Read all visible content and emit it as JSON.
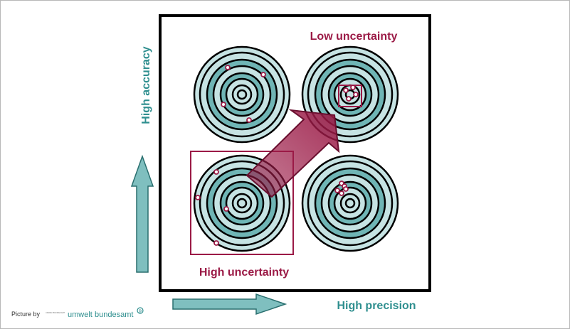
{
  "labels": {
    "low_uncertainty": "Low uncertainty",
    "high_uncertainty": "High uncertainty",
    "high_accuracy": "High accuracy",
    "high_precision": "High precision"
  },
  "credit": {
    "picture_by": "Picture by",
    "brand_part1": "umwelt",
    "brand_part2": "bundesamt",
    "brand_mark": "D",
    "small_text": "UMWELTBUNDESAMT"
  },
  "colors": {
    "teal": "#2f8f8f",
    "ring_dark": "#6fb5b5",
    "ring_light": "#c6e3e3",
    "accent": "#9b1a46",
    "arrow_fill": "#7fbfbf"
  },
  "targets": [
    {
      "id": "top-left",
      "accuracy": "high",
      "precision": "low",
      "hits": [
        [
          -20,
          -38
        ],
        [
          30,
          -28
        ],
        [
          -26,
          14
        ],
        [
          10,
          36
        ]
      ]
    },
    {
      "id": "top-right",
      "accuracy": "high",
      "precision": "high",
      "hits": [
        [
          -6,
          -6
        ],
        [
          4,
          -10
        ],
        [
          8,
          0
        ],
        [
          -2,
          6
        ]
      ]
    },
    {
      "id": "bottom-left",
      "accuracy": "low",
      "precision": "low",
      "hits": [
        [
          -36,
          -44
        ],
        [
          -62,
          -8
        ],
        [
          -22,
          8
        ],
        [
          -36,
          56
        ]
      ]
    },
    {
      "id": "bottom-right",
      "accuracy": "low",
      "precision": "high",
      "hits": [
        [
          -12,
          -28
        ],
        [
          -8,
          -24
        ],
        [
          -18,
          -18
        ],
        [
          -12,
          -14
        ],
        [
          -6,
          -20
        ]
      ]
    }
  ]
}
